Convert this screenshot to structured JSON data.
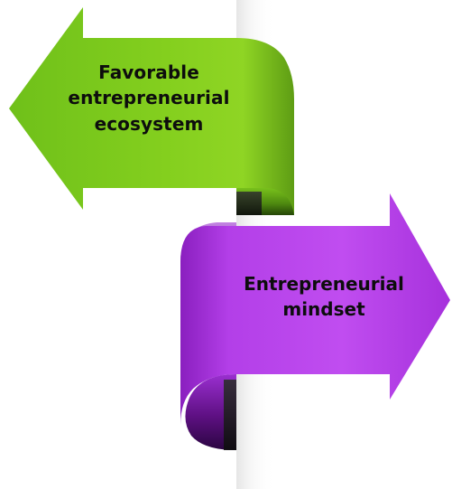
{
  "diagram": {
    "arrows": [
      {
        "name": "left-arrow",
        "direction": "left",
        "color": "#7ecb1c",
        "lines": [
          "Favorable",
          "entrepreneurial",
          "ecosystem"
        ]
      },
      {
        "name": "right-arrow",
        "direction": "right",
        "color": "#b23be6",
        "lines": [
          "Entrepreneurial",
          "mindset"
        ]
      }
    ]
  }
}
